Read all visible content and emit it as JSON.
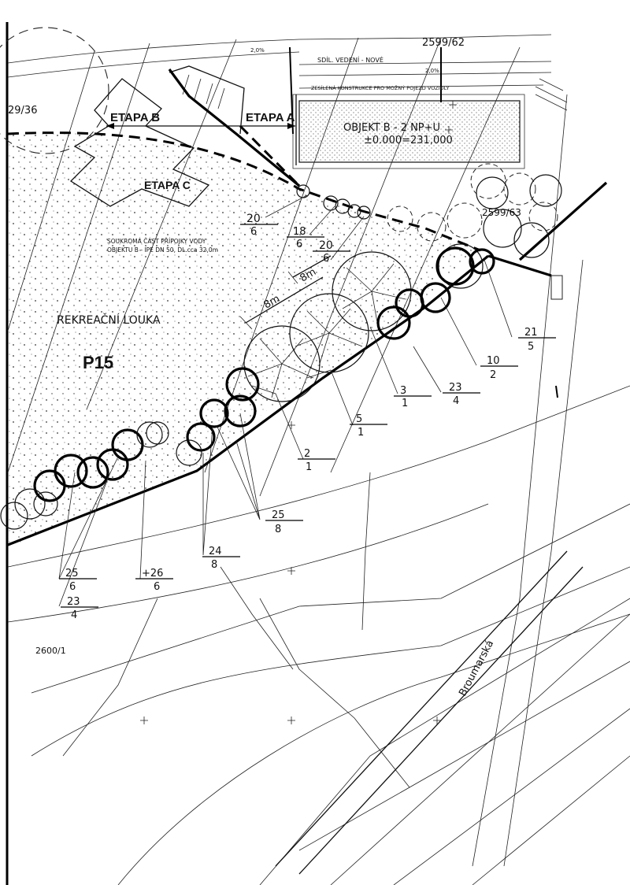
{
  "plan": {
    "stages": {
      "b": "ETAPA B",
      "a": "ETAPA A",
      "c": "ETAPA C"
    },
    "parcels": {
      "p1": "29/36",
      "p2": "2599/62",
      "p3": "2599/63",
      "p4": "2600/1"
    },
    "building": {
      "line1": "OBJEKT B - 2 NP+U",
      "line2": "±0.000=231,000"
    },
    "note_top1": "SDÍL. VEDENÍ - NOVÉ",
    "note_top2": "ZESÍLENÁ KONSTRUKCE PRO MOŽNÝ POJEZD VOZIDLY",
    "water_note1": "SOUKROMÁ ČÁST PŘÍPOJKY VODY",
    "water_note2": "OBJEKTU B - IPE DN 50, DL.cca 32,0m",
    "meadow": "REKREAČNÍ LOUKA",
    "zone": "P15",
    "street": "Broumarská",
    "dim_8m_1": "8m",
    "dim_8m_2": "8m",
    "slope1": "2,0%",
    "slope2": "2,0%",
    "tags": [
      {
        "num": "20",
        "den": "6"
      },
      {
        "num": "18",
        "den": "6"
      },
      {
        "num": "20",
        "den": "6"
      },
      {
        "num": "21",
        "den": "5"
      },
      {
        "num": "10",
        "den": "2"
      },
      {
        "num": "23",
        "den": "4"
      },
      {
        "num": "3",
        "den": "1"
      },
      {
        "num": "5",
        "den": "1"
      },
      {
        "num": "2",
        "den": "1"
      },
      {
        "num": "25",
        "den": "8"
      },
      {
        "num": "24",
        "den": "8"
      },
      {
        "num": "25",
        "den": "6"
      },
      {
        "num": "+26",
        "den": "6"
      },
      {
        "num": "23",
        "den": "4"
      }
    ]
  }
}
